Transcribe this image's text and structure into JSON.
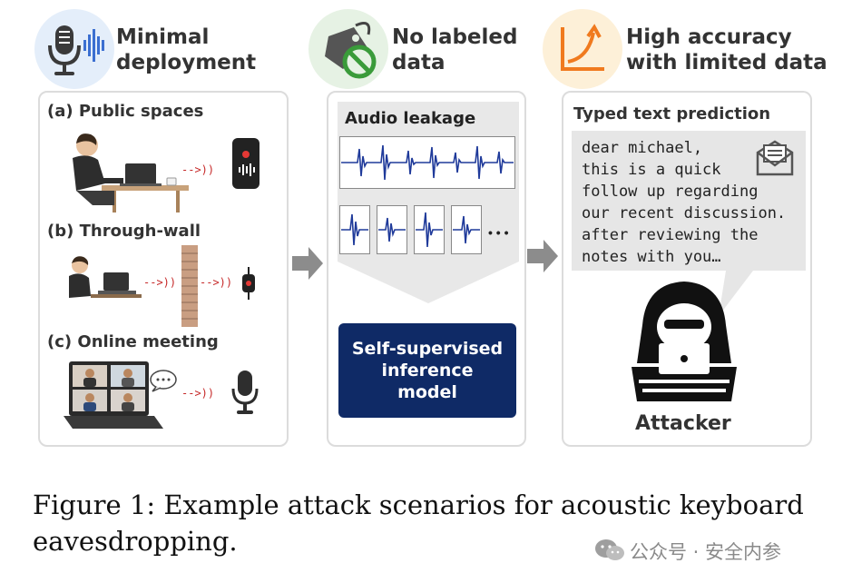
{
  "headers": {
    "left": {
      "line1": "Minimal",
      "line2": "deployment",
      "icon": "microphone-icon"
    },
    "middle": {
      "line1": "No labeled",
      "line2": "data",
      "icon": "no-label-tag-icon"
    },
    "right": {
      "line1": "High accuracy",
      "line2": "with limited data",
      "icon": "growth-chart-icon"
    }
  },
  "scenarios": {
    "a": "(a) Public spaces",
    "b": "(b) Through-wall",
    "c": "(c) Online meeting",
    "arrow_glyph": "-->))"
  },
  "middle": {
    "leakage_title": "Audio leakage",
    "ellipsis": "• • •",
    "model_label": "Self-supervised inference model"
  },
  "right": {
    "prediction_title": "Typed text prediction",
    "lines": [
      "dear michael,",
      "this is a quick",
      "follow up regarding",
      "our recent discussion.",
      "after reviewing the",
      "notes with you…"
    ],
    "attacker_label": "Attacker"
  },
  "caption": {
    "line1": "Figure 1: Example attack scenarios for acoustic keyboard",
    "line2": "eavesdropping."
  },
  "watermark": "公众号 · 安全内参",
  "colors": {
    "model_box": "#0f2a66",
    "waveform": "#1f3a9a",
    "arrow_red": "#c62828",
    "flow_arrow": "#8c8c8c",
    "mic_bg": "#e4eefa",
    "tag_bg": "#e6f2e4",
    "chart_bg": "#fdf0d8",
    "chart_orange": "#f07a1e"
  }
}
